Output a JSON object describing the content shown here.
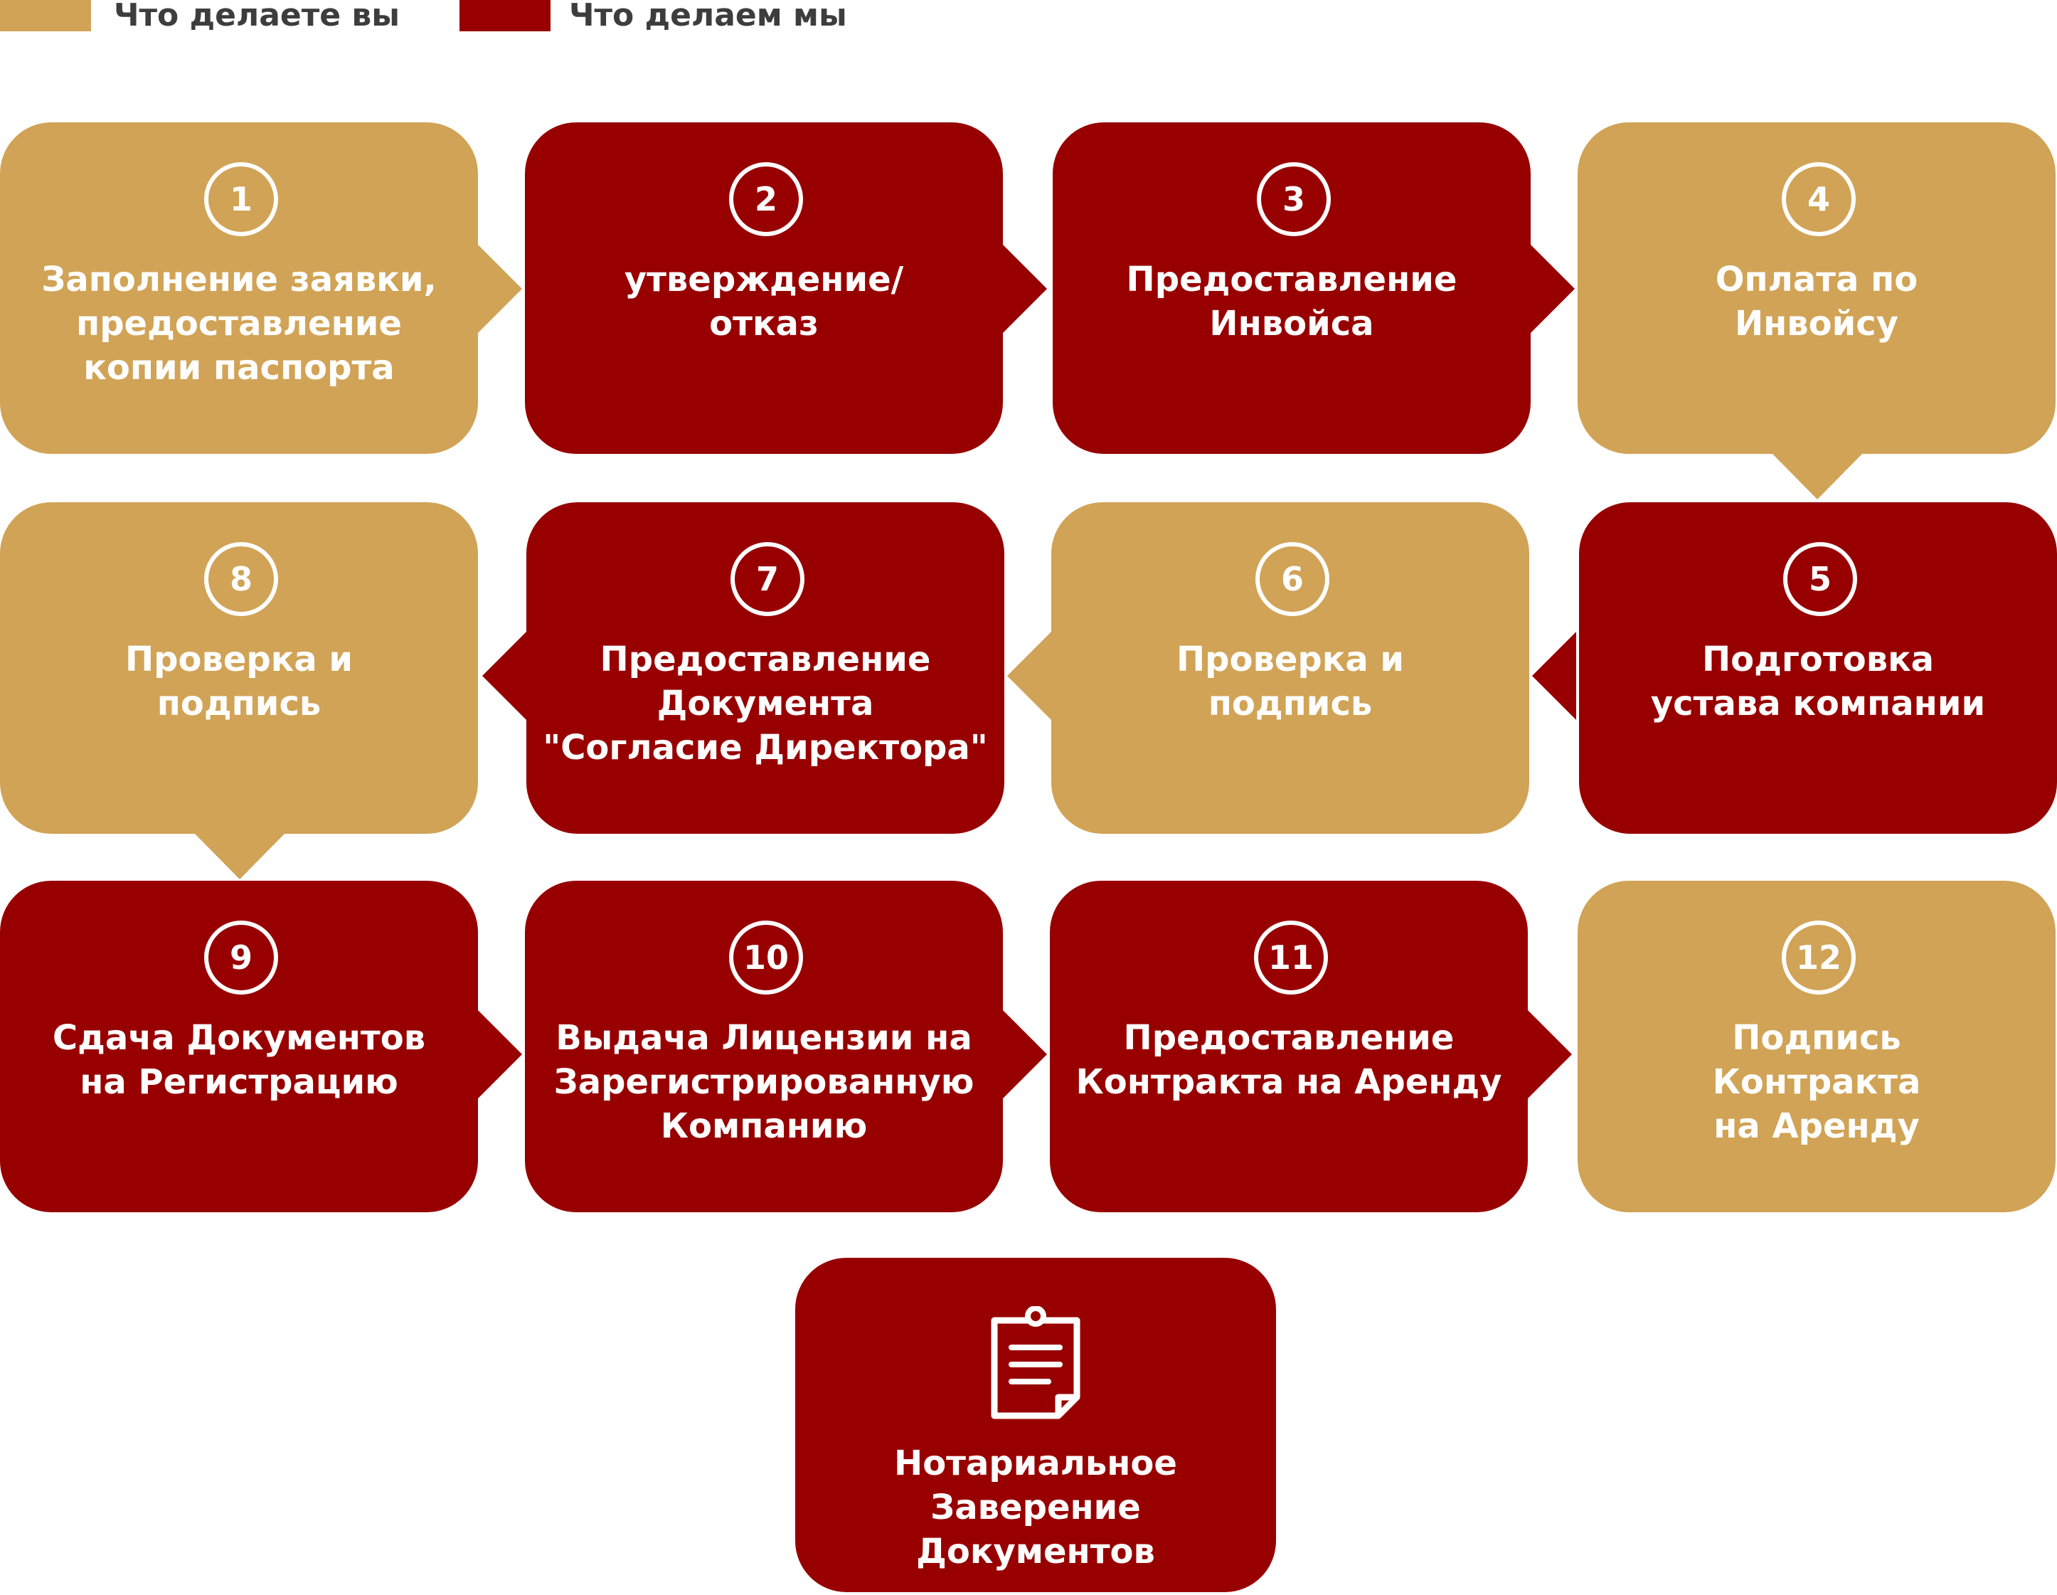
{
  "legend": {
    "you_label": "Что делаете вы",
    "we_label": "Что делаем мы"
  },
  "colors": {
    "you": "#D1A356",
    "we": "#980000",
    "text": "#ffffff"
  },
  "steps": [
    {
      "number": "1",
      "actor": "you",
      "label": "Заполнение заявки,\nпредоставление\nкопии паспорта"
    },
    {
      "number": "2",
      "actor": "we",
      "label": "утверждение/\nотказ"
    },
    {
      "number": "3",
      "actor": "we",
      "label": "Предоставление\nИнвойса"
    },
    {
      "number": "4",
      "actor": "you",
      "label": "Оплата по\nИнвойсу"
    },
    {
      "number": "5",
      "actor": "we",
      "label": "Подготовка\nустава компании"
    },
    {
      "number": "6",
      "actor": "you",
      "label": "Проверка и\nподпись"
    },
    {
      "number": "7",
      "actor": "we",
      "label": "Предоставление\nДокумента\n\"Согласие Директора\""
    },
    {
      "number": "8",
      "actor": "you",
      "label": "Проверка и\nподпись"
    },
    {
      "number": "9",
      "actor": "we",
      "label": "Сдача Документов\nна Регистрацию"
    },
    {
      "number": "10",
      "actor": "we",
      "label": "Выдача Лицензии на\nЗарегистрированную\nКомпанию"
    },
    {
      "number": "11",
      "actor": "we",
      "label": "Предоставление\nКонтракта на Аренду"
    },
    {
      "number": "12",
      "actor": "you",
      "label": "Подпись\nКонтракта\nна Аренду"
    }
  ],
  "final_step": {
    "actor": "we",
    "icon": "document-icon",
    "label": "Нотариальное\nЗаверение\nДокументов"
  }
}
